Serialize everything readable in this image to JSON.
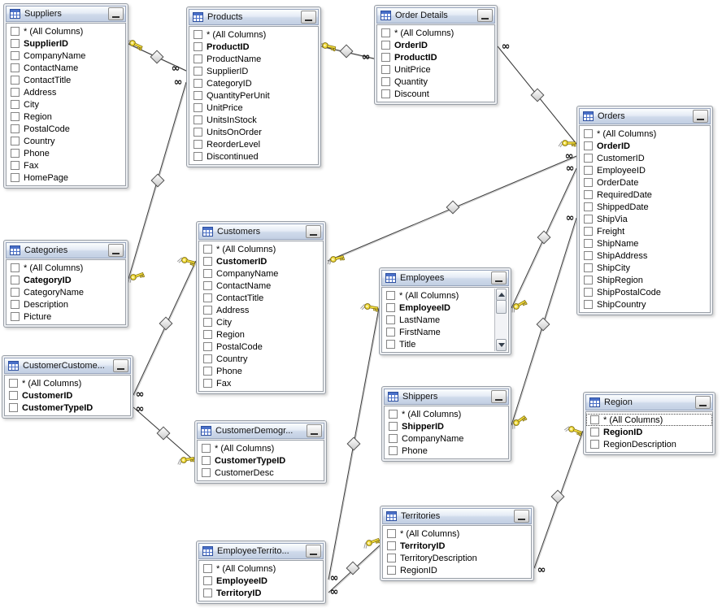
{
  "glyphs": {
    "infinity": "∞"
  },
  "tables": [
    {
      "title": "Suppliers",
      "fields": [
        {
          "label": "* (All Columns)"
        },
        {
          "label": "SupplierID",
          "pk": true
        },
        {
          "label": "CompanyName"
        },
        {
          "label": "ContactName"
        },
        {
          "label": "ContactTitle"
        },
        {
          "label": "Address"
        },
        {
          "label": "City"
        },
        {
          "label": "Region"
        },
        {
          "label": "PostalCode"
        },
        {
          "label": "Country"
        },
        {
          "label": "Phone"
        },
        {
          "label": "Fax"
        },
        {
          "label": "HomePage"
        }
      ]
    },
    {
      "title": "Products",
      "fields": [
        {
          "label": "* (All Columns)"
        },
        {
          "label": "ProductID",
          "pk": true
        },
        {
          "label": "ProductName"
        },
        {
          "label": "SupplierID"
        },
        {
          "label": "CategoryID"
        },
        {
          "label": "QuantityPerUnit"
        },
        {
          "label": "UnitPrice"
        },
        {
          "label": "UnitsInStock"
        },
        {
          "label": "UnitsOnOrder"
        },
        {
          "label": "ReorderLevel"
        },
        {
          "label": "Discontinued"
        }
      ]
    },
    {
      "title": "Order Details",
      "fields": [
        {
          "label": "* (All Columns)"
        },
        {
          "label": "OrderID",
          "pk": true
        },
        {
          "label": "ProductID",
          "pk": true
        },
        {
          "label": "UnitPrice"
        },
        {
          "label": "Quantity"
        },
        {
          "label": "Discount"
        }
      ]
    },
    {
      "title": "Orders",
      "fields": [
        {
          "label": "* (All Columns)"
        },
        {
          "label": "OrderID",
          "pk": true
        },
        {
          "label": "CustomerID"
        },
        {
          "label": "EmployeeID"
        },
        {
          "label": "OrderDate"
        },
        {
          "label": "RequiredDate"
        },
        {
          "label": "ShippedDate"
        },
        {
          "label": "ShipVia"
        },
        {
          "label": "Freight"
        },
        {
          "label": "ShipName"
        },
        {
          "label": "ShipAddress"
        },
        {
          "label": "ShipCity"
        },
        {
          "label": "ShipRegion"
        },
        {
          "label": "ShipPostalCode"
        },
        {
          "label": "ShipCountry"
        }
      ]
    },
    {
      "title": "Categories",
      "fields": [
        {
          "label": "* (All Columns)"
        },
        {
          "label": "CategoryID",
          "pk": true
        },
        {
          "label": "CategoryName"
        },
        {
          "label": "Description"
        },
        {
          "label": "Picture"
        }
      ]
    },
    {
      "title": "Customers",
      "fields": [
        {
          "label": "* (All Columns)"
        },
        {
          "label": "CustomerID",
          "pk": true
        },
        {
          "label": "CompanyName"
        },
        {
          "label": "ContactName"
        },
        {
          "label": "ContactTitle"
        },
        {
          "label": "Address"
        },
        {
          "label": "City"
        },
        {
          "label": "Region"
        },
        {
          "label": "PostalCode"
        },
        {
          "label": "Country"
        },
        {
          "label": "Phone"
        },
        {
          "label": "Fax"
        }
      ]
    },
    {
      "title": "CustomerCustome...",
      "fields": [
        {
          "label": "* (All Columns)"
        },
        {
          "label": "CustomerID",
          "pk": true
        },
        {
          "label": "CustomerTypeID",
          "pk": true
        }
      ]
    },
    {
      "title": "CustomerDemogr...",
      "fields": [
        {
          "label": "* (All Columns)"
        },
        {
          "label": "CustomerTypeID",
          "pk": true
        },
        {
          "label": "CustomerDesc"
        }
      ]
    },
    {
      "title": "Employees",
      "scrollbar": true,
      "fields": [
        {
          "label": "* (All Columns)"
        },
        {
          "label": "EmployeeID",
          "pk": true
        },
        {
          "label": "LastName"
        },
        {
          "label": "FirstName"
        },
        {
          "label": "Title"
        }
      ]
    },
    {
      "title": "Shippers",
      "fields": [
        {
          "label": "* (All Columns)"
        },
        {
          "label": "ShipperID",
          "pk": true
        },
        {
          "label": "CompanyName"
        },
        {
          "label": "Phone"
        }
      ]
    },
    {
      "title": "Region",
      "fields": [
        {
          "label": "* (All Columns)",
          "focused": true
        },
        {
          "label": "RegionID",
          "pk": true
        },
        {
          "label": "RegionDescription"
        }
      ]
    },
    {
      "title": "EmployeeTerrito...",
      "fields": [
        {
          "label": "* (All Columns)"
        },
        {
          "label": "EmployeeID",
          "pk": true
        },
        {
          "label": "TerritoryID",
          "pk": true
        }
      ]
    },
    {
      "title": "Territories",
      "fields": [
        {
          "label": "* (All Columns)"
        },
        {
          "label": "TerritoryID",
          "pk": true
        },
        {
          "label": "TerritoryDescription"
        },
        {
          "label": "RegionID"
        }
      ]
    }
  ],
  "relationships": [
    {
      "from": "Suppliers.SupplierID",
      "to": "Products.SupplierID",
      "cardinality": "one-to-many"
    },
    {
      "from": "Categories.CategoryID",
      "to": "Products.CategoryID",
      "cardinality": "one-to-many"
    },
    {
      "from": "Products.ProductID",
      "to": "Order Details.ProductID",
      "cardinality": "one-to-many"
    },
    {
      "from": "Orders.OrderID",
      "to": "Order Details.OrderID",
      "cardinality": "one-to-many"
    },
    {
      "from": "Customers.CustomerID",
      "to": "Orders.CustomerID",
      "cardinality": "one-to-many"
    },
    {
      "from": "Employees.EmployeeID",
      "to": "Orders.EmployeeID",
      "cardinality": "one-to-many"
    },
    {
      "from": "Shippers.ShipperID",
      "to": "Orders.ShipVia",
      "cardinality": "one-to-many"
    },
    {
      "from": "Customers.CustomerID",
      "to": "CustomerCustomerDemo.CustomerID",
      "cardinality": "one-to-many"
    },
    {
      "from": "CustomerDemographics.CustomerTypeID",
      "to": "CustomerCustomerDemo.CustomerTypeID",
      "cardinality": "one-to-many"
    },
    {
      "from": "Employees.EmployeeID",
      "to": "EmployeeTerritories.EmployeeID",
      "cardinality": "one-to-many"
    },
    {
      "from": "Territories.TerritoryID",
      "to": "EmployeeTerritories.TerritoryID",
      "cardinality": "one-to-many"
    },
    {
      "from": "Region.RegionID",
      "to": "Territories.RegionID",
      "cardinality": "one-to-many"
    }
  ]
}
